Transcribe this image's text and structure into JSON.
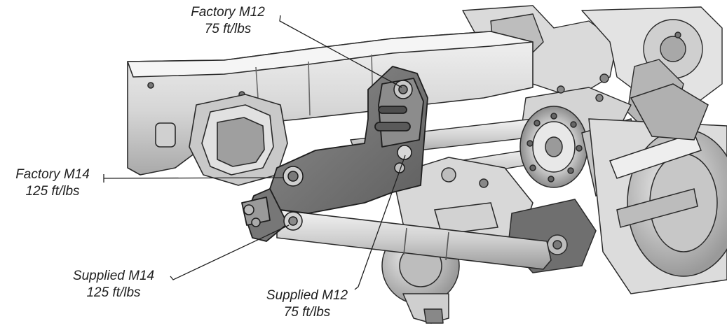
{
  "callouts": {
    "factory_m12": {
      "name": "Factory M12",
      "torque": "75 ft/lbs"
    },
    "factory_m14": {
      "name": "Factory M14",
      "torque": "125 ft/lbs"
    },
    "supplied_m14": {
      "name": "Supplied M14",
      "torque": "125 ft/lbs"
    },
    "supplied_m12": {
      "name": "Supplied M12",
      "torque": "75 ft/lbs"
    }
  },
  "colors": {
    "frame_light": "#e6e6e6",
    "frame_mid": "#c8c8c8",
    "frame_dark": "#8a8a8a",
    "bracket": "#7a7a7a",
    "bracket_dark": "#4a4a4a",
    "outline": "#2a2a2a",
    "leader": "#1f1f1f"
  }
}
